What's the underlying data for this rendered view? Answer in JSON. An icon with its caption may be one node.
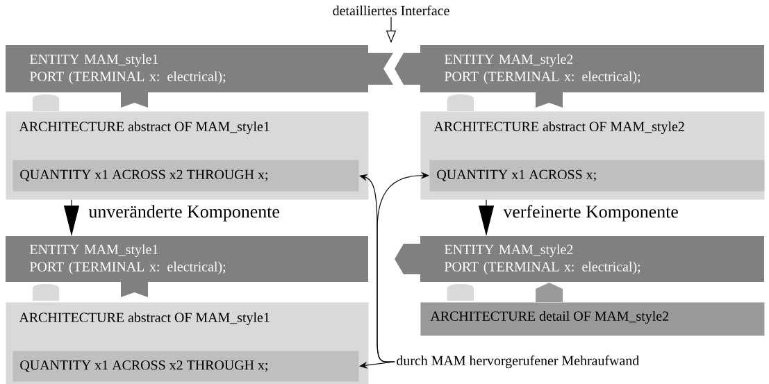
{
  "diagram": {
    "nodes": [
      {
        "text": [
          "detailliertes Interface"
        ]
      },
      {
        "text": [
          "ENTITY MAM_style1",
          "PORT (TERMINAL x: electrical);"
        ]
      },
      {
        "text": [
          "ENTITY MAM_style2",
          "PORT (TERMINAL x: electrical);"
        ]
      },
      {
        "text": [
          "ARCHITECTURE abstract OF MAM_style1"
        ]
      },
      {
        "text": [
          "QUANTITY x1 ACROSS x2 THROUGH x;"
        ],
        "in": 3
      },
      {
        "text": [
          "ARCHITECTURE abstract OF MAM_style2"
        ]
      },
      {
        "text": [
          "QUANTITY x1 ACROSS x;"
        ],
        "in": 5
      },
      {
        "text": [
          "ENTITY MAM_style1",
          "PORT (TERMINAL x: electrical);"
        ]
      },
      {
        "text": [
          "ENTITY MAM_style2",
          "PORT (TERMINAL x: electrical);"
        ]
      },
      {
        "text": [
          "ARCHITECTURE abstract OF MAM_style1"
        ]
      },
      {
        "text": [
          "QUANTITY x1 ACROSS x2 THROUGH x;"
        ],
        "in": 9
      },
      {
        "text": [
          "ARCHITECTURE detail OF MAM_style2"
        ]
      },
      {
        "text": [
          "durch MAM hervorgerufener Mehraufwand"
        ]
      }
    ],
    "edges": [
      {
        "from": 0,
        "to": null,
        "arrow": "to"
      },
      {
        "from": 3,
        "to": 7,
        "arrow": "to",
        "label": "unveränderte Komponente"
      },
      {
        "from": 5,
        "to": 8,
        "arrow": "to",
        "label": "verfeinerte Komponente"
      },
      {
        "from": 12,
        "to": 10,
        "arrow": "to"
      },
      {
        "from": 12,
        "to": 4,
        "arrow": "to"
      },
      {
        "from": 12,
        "to": 6,
        "arrow": "to"
      }
    ]
  }
}
